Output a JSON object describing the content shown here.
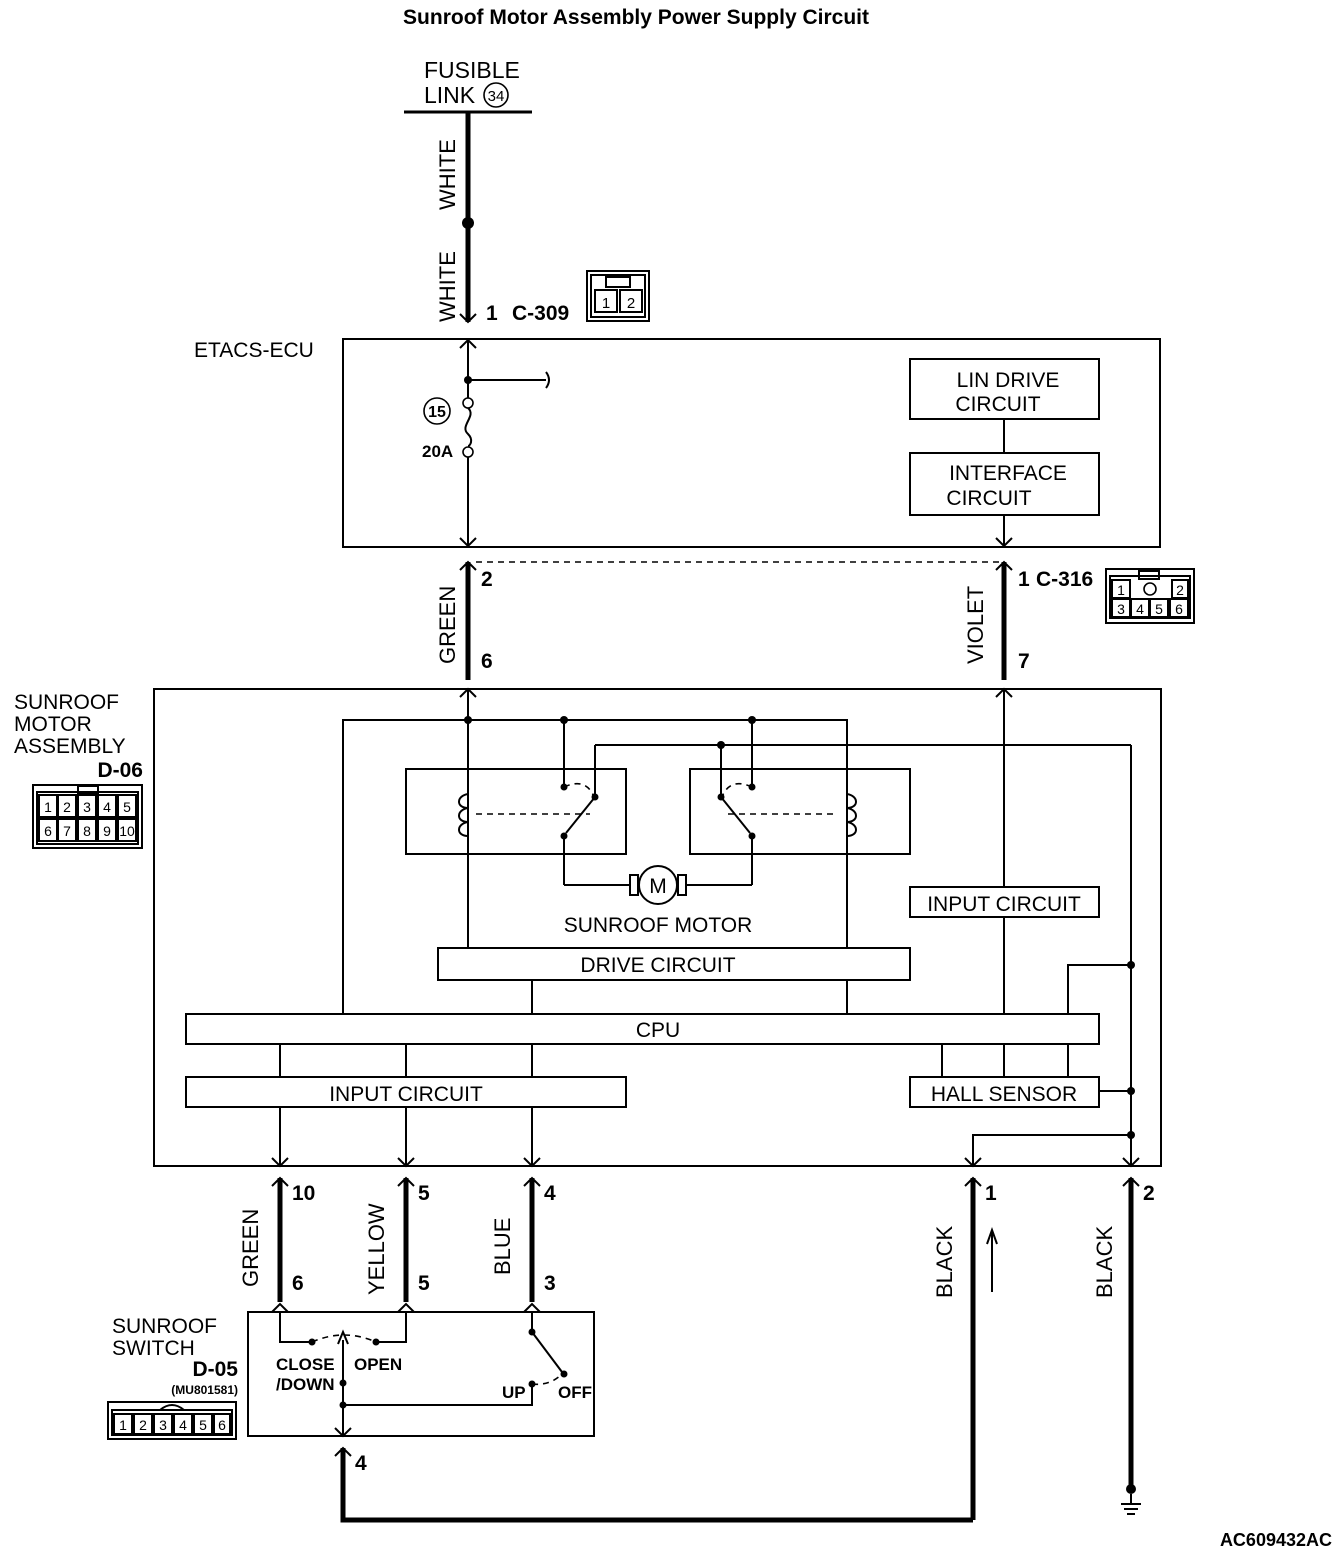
{
  "title": "Sunroof Motor Assembly Power Supply Circuit",
  "fusible_link": {
    "line1": "FUSIBLE",
    "line2": "LINK",
    "number": "34"
  },
  "wires": {
    "white": "WHITE",
    "green": "GREEN",
    "violet": "VIOLET",
    "yellow": "YELLOW",
    "blue": "BLUE",
    "black": "BLACK"
  },
  "connectors": {
    "c309": {
      "pin": "1",
      "name": "C-309",
      "cells": [
        "1",
        "2"
      ]
    },
    "c316": {
      "pin_top": "1",
      "name": "C-316",
      "cells": [
        "1",
        "2",
        "3",
        "4",
        "5",
        "6"
      ]
    },
    "d06": {
      "cells": [
        "1",
        "2",
        "3",
        "4",
        "5",
        "6",
        "7",
        "8",
        "9",
        "10"
      ]
    },
    "d05": {
      "part": "(MU801581)",
      "cells": [
        "1",
        "2",
        "3",
        "4",
        "5",
        "6"
      ]
    }
  },
  "etacs": {
    "label": "ETACS-ECU",
    "fuse_number": "15",
    "fuse_rating": "20A",
    "lin_drive": [
      "LIN DRIVE",
      "CIRCUIT"
    ],
    "interface": [
      "INTERFACE",
      "CIRCUIT"
    ]
  },
  "pins": {
    "etacs_green": "2",
    "motor_green": "6",
    "motor_violet": "7",
    "motor_10": "10",
    "motor_5": "5",
    "motor_4": "4",
    "motor_1": "1",
    "motor_2": "2",
    "switch_6": "6",
    "switch_5": "5",
    "switch_3": "3",
    "switch_4": "4"
  },
  "motor_assembly": {
    "label": [
      "SUNROOF",
      "MOTOR",
      "ASSEMBLY"
    ],
    "code": "D-06",
    "motor_symbol": "M",
    "motor_label": "SUNROOF MOTOR",
    "drive_circuit": "DRIVE CIRCUIT",
    "input_circuit_top": "INPUT CIRCUIT",
    "cpu": "CPU",
    "input_circuit_bottom": "INPUT CIRCUIT",
    "hall_sensor": "HALL SENSOR"
  },
  "sunroof_switch": {
    "label": [
      "SUNROOF",
      "SWITCH"
    ],
    "code": "D-05",
    "close_down": [
      "CLOSE",
      "/DOWN"
    ],
    "open": "OPEN",
    "up": "UP",
    "off": "OFF"
  },
  "figure_id": "AC609432AC"
}
